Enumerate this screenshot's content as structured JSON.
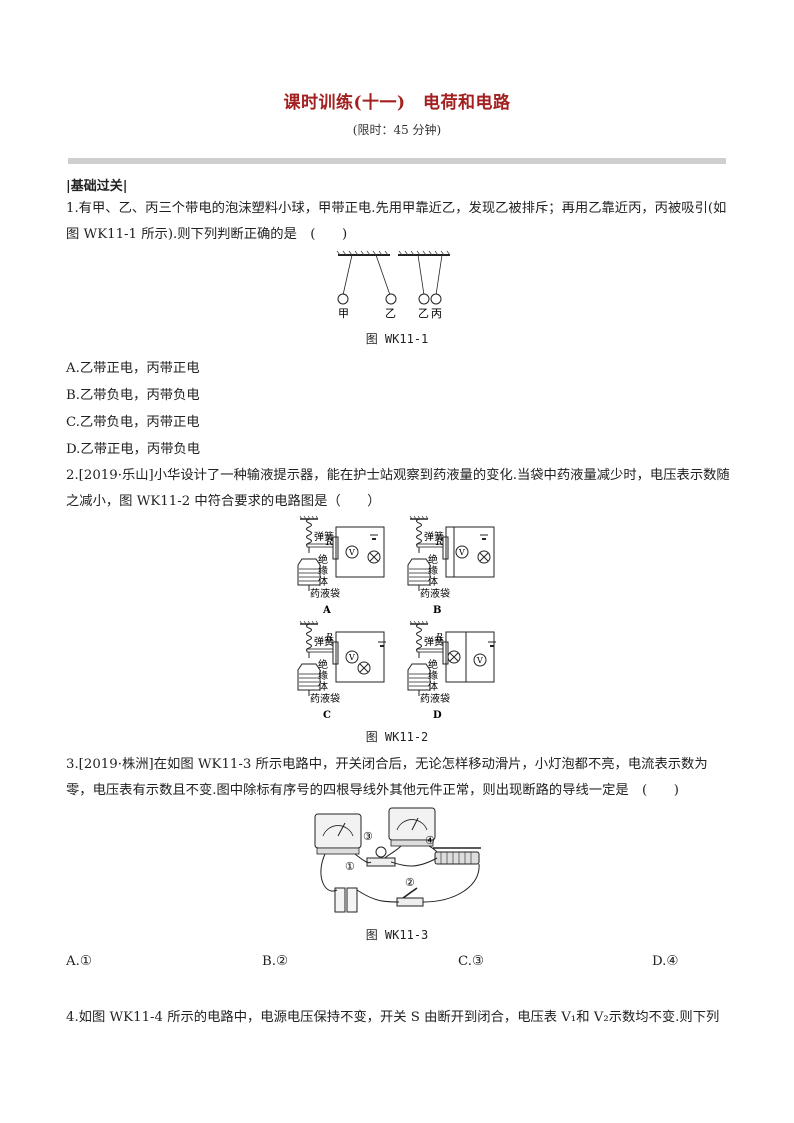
{
  "header": {
    "title": "课时训练(十一)　电荷和电路",
    "subtitle": "(限时：45 分钟)"
  },
  "section": {
    "label": "|基础过关|"
  },
  "q1": {
    "text": "1.有甲、乙、丙三个带电的泡沫塑料小球，甲带正电.先用甲靠近乙，发现乙被排斥；再用乙靠近丙，丙被吸引(如图 WK11-1 所示).则下列判断正确的是　(　　)",
    "figure": {
      "labels": [
        "甲",
        "乙",
        "乙",
        "丙"
      ],
      "caption": "图 WK11-1"
    },
    "options": [
      "A.乙带正电，丙带正电",
      "B.乙带负电，丙带负电",
      "C.乙带负电，丙带正电",
      "D.乙带正电，丙带负电"
    ]
  },
  "q2": {
    "text": "2.[2019·乐山]小华设计了一种输液提示器，能在护士站观察到药液量的变化.当袋中药液量减少时，电压表示数随之减小，图 WK11-2 中符合要求的电路图是（　　）",
    "figure": {
      "spring_label": "弹簧",
      "insulator_labels": [
        "绝",
        "缘",
        "体"
      ],
      "bag_label": "药液袋",
      "resistor_label": "R",
      "meter_label": "V",
      "panels": [
        "A",
        "B",
        "C",
        "D"
      ],
      "caption": "图 WK11-2"
    }
  },
  "q3": {
    "text": "3.[2019·株洲]在如图 WK11-3 所示电路中，开关闭合后，无论怎样移动滑片，小灯泡都不亮，电流表示数为零，电压表有示数且不变.图中除标有序号的四根导线外其他元件正常，则出现断路的导线一定是　(　　)",
    "figure": {
      "wire_labels": [
        "①",
        "②",
        "③",
        "④"
      ],
      "caption": "图 WK11-3"
    },
    "options": [
      "A.①",
      "B.②",
      "C.③",
      "D.④"
    ]
  },
  "q4": {
    "text": "4.如图 WK11-4 所示的电路中，电源电压保持不变，开关 S 由断开到闭合，电压表 V₁和 V₂示数均不变.则下列"
  }
}
